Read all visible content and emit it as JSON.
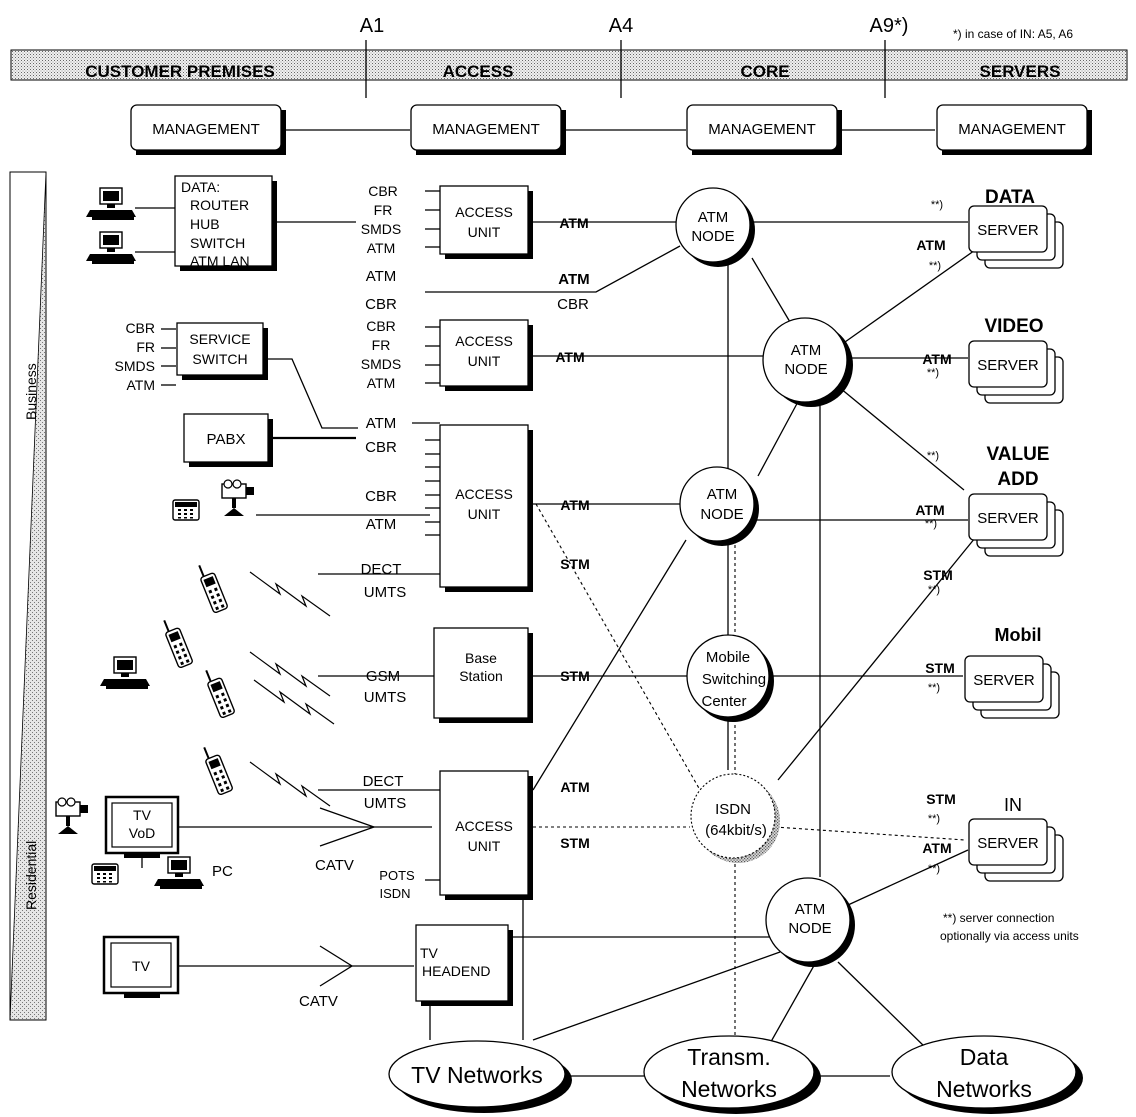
{
  "interfaces": {
    "a1": "A1",
    "a4": "A4",
    "a9": "A9*)",
    "in_note": "*) in case of IN: A5, A6"
  },
  "domains": {
    "customer": "CUSTOMER PREMISES",
    "access": "ACCESS",
    "core": "CORE",
    "servers": "SERVERS"
  },
  "management": {
    "label": "MANAGEMENT"
  },
  "side_labels": {
    "business": "Business",
    "residential": "Residential"
  },
  "data_equipment": {
    "title": "DATA:",
    "items": [
      "ROUTER",
      "HUB",
      "SWITCH",
      "ATM LAN"
    ]
  },
  "service_switch": {
    "line1": "SERVICE",
    "line2": "SWITCH",
    "inputs": [
      "CBR",
      "FR",
      "SMDS",
      "ATM"
    ]
  },
  "pabx": "PABX",
  "access_unit_1": {
    "line1": "ACCESS",
    "line2": "UNIT",
    "ports": [
      "CBR",
      "FR",
      "SMDS",
      "ATM"
    ]
  },
  "direct_link": {
    "atm": "ATM",
    "cbr": "CBR"
  },
  "access_unit_2": {
    "line1": "ACCESS",
    "line2": "UNIT",
    "ports": [
      "CBR",
      "FR",
      "SMDS",
      "ATM"
    ]
  },
  "access_unit_3": {
    "line1": "ACCESS",
    "line2": "UNIT",
    "ports": [
      "ATM",
      "CBR",
      "CBR",
      "ATM",
      "DECT",
      "UMTS"
    ]
  },
  "base_station": {
    "line1": "Base",
    "line2": "Station",
    "ports": [
      "GSM",
      "UMTS"
    ]
  },
  "access_unit_4": {
    "line1": "ACCESS",
    "line2": "UNIT",
    "ports": [
      "DECT",
      "UMTS",
      "POTS",
      "ISDN"
    ]
  },
  "tv_headend": {
    "line1": "TV",
    "line2": "HEADEND"
  },
  "catv": "CATV",
  "residential": {
    "tv_vod_line1": "TV",
    "tv_vod_line2": "VoD",
    "pc": "PC",
    "tv": "TV"
  },
  "nodes": {
    "atm_line1": "ATM",
    "atm_line2": "NODE"
  },
  "msc": {
    "line1": "Mobile",
    "line2": "Switching",
    "line3": "Center"
  },
  "isdn": {
    "line1": "ISDN",
    "line2": "(64kbit/s)"
  },
  "link_labels": {
    "atm": "ATM",
    "stm": "STM",
    "star2": "**)"
  },
  "servers": {
    "label": "SERVER",
    "data": "DATA",
    "video": "VIDEO",
    "value_add_1": "VALUE",
    "value_add_2": "ADD",
    "mobil": "Mobil",
    "in": "IN"
  },
  "server_note": {
    "line1": "**) server connection",
    "line2": "optionally via access units"
  },
  "networks": {
    "tv": "TV Networks",
    "transm_1": "Transm.",
    "transm_2": "Networks",
    "data_1": "Data",
    "data_2": "Networks"
  }
}
